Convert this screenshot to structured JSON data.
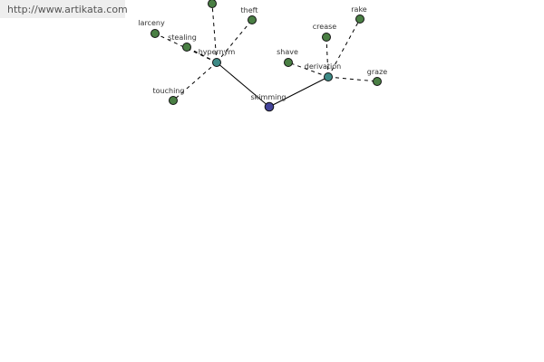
{
  "url": "http://www.artikata.com",
  "colors": {
    "root_node": "#44449a",
    "hub_node": "#3d8a86",
    "leaf_node": "#4a7f44"
  },
  "graph": {
    "root": {
      "label": "skimming"
    },
    "hubs": [
      {
        "id": "hypernym",
        "label": "hypernym"
      },
      {
        "id": "derivation",
        "label": "derivation"
      }
    ],
    "leaves": [
      {
        "id": "unlabeled",
        "label": "",
        "hub": "hypernym"
      },
      {
        "id": "theft",
        "label": "theft",
        "hub": "hypernym"
      },
      {
        "id": "larceny",
        "label": "larceny",
        "hub": "hypernym"
      },
      {
        "id": "stealing",
        "label": "stealing",
        "hub": "hypernym"
      },
      {
        "id": "touching",
        "label": "touching",
        "hub": "hypernym"
      },
      {
        "id": "rake",
        "label": "rake",
        "hub": "derivation"
      },
      {
        "id": "crease",
        "label": "crease",
        "hub": "derivation"
      },
      {
        "id": "shave",
        "label": "shave",
        "hub": "derivation"
      },
      {
        "id": "graze",
        "label": "graze",
        "hub": "derivation"
      }
    ]
  }
}
